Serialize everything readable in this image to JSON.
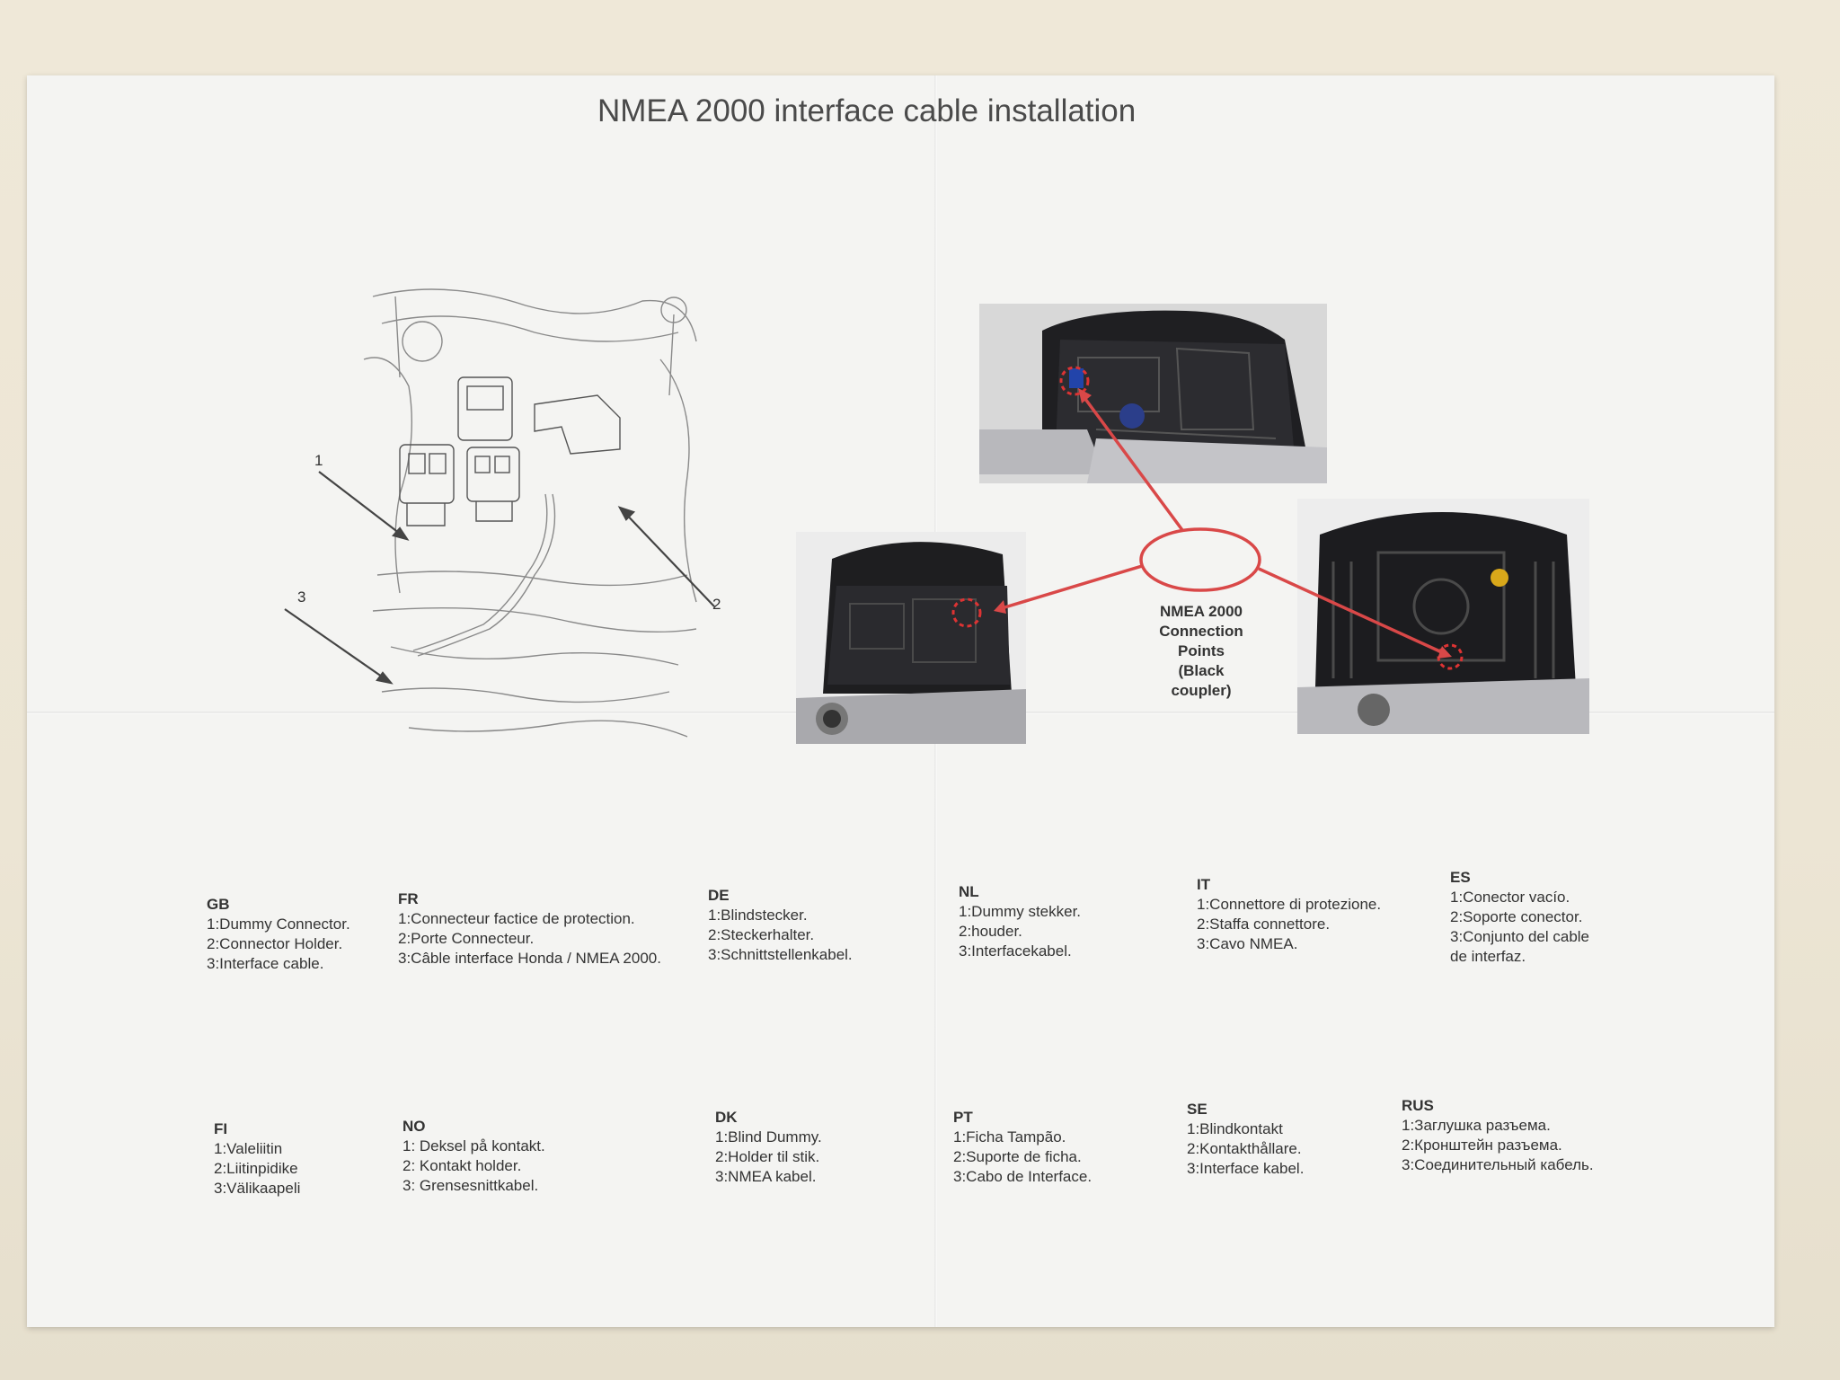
{
  "title": "NMEA 2000 interface cable installation",
  "drawing_callouts": [
    "1",
    "2",
    "3"
  ],
  "connection_label": [
    "NMEA 2000",
    "Connection",
    "Points",
    "(Black",
    "coupler)"
  ],
  "colors": {
    "pointer": "#d94848",
    "paper": "#f4f4f2",
    "text": "#333333"
  },
  "languages": [
    {
      "code": "GB",
      "lines": [
        "1:Dummy Connector.",
        "2:Connector Holder.",
        "3:Interface cable."
      ]
    },
    {
      "code": "FR",
      "lines": [
        "1:Connecteur factice de protection.",
        "2:Porte Connecteur.",
        "3:Câble interface Honda / NMEA 2000."
      ]
    },
    {
      "code": "DE",
      "lines": [
        "1:Blindstecker.",
        "2:Steckerhalter.",
        "3:Schnittstellenkabel."
      ]
    },
    {
      "code": "NL",
      "lines": [
        "1:Dummy stekker.",
        "2:houder.",
        "3:Interfacekabel."
      ]
    },
    {
      "code": "IT",
      "lines": [
        "1:Connettore di protezione.",
        "2:Staffa connettore.",
        "3:Cavo NMEA."
      ]
    },
    {
      "code": "ES",
      "lines": [
        "1:Conector vacío.",
        "2:Soporte conector.",
        "3:Conjunto del cable",
        "de interfaz."
      ]
    },
    {
      "code": "FI",
      "lines": [
        "1:Valeliitin",
        "2:Liitinpidike",
        "3:Välikaapeli"
      ]
    },
    {
      "code": "NO",
      "lines": [
        "1: Deksel på kontakt.",
        "2: Kontakt holder.",
        "3: Grensesnittkabel."
      ]
    },
    {
      "code": "DK",
      "lines": [
        "1:Blind Dummy.",
        "2:Holder til stik.",
        "3:NMEA kabel."
      ]
    },
    {
      "code": "PT",
      "lines": [
        "1:Ficha Tampão.",
        "2:Suporte de ficha.",
        "3:Cabo de Interface."
      ]
    },
    {
      "code": "SE",
      "lines": [
        "1:Blindkontakt",
        "2:Kontakthållare.",
        "3:Interface kabel."
      ]
    },
    {
      "code": "RUS",
      "lines": [
        "1:Заглушка разъема.",
        "2:Кронштейн разъема.",
        "3:Соединительный кабель."
      ]
    }
  ]
}
